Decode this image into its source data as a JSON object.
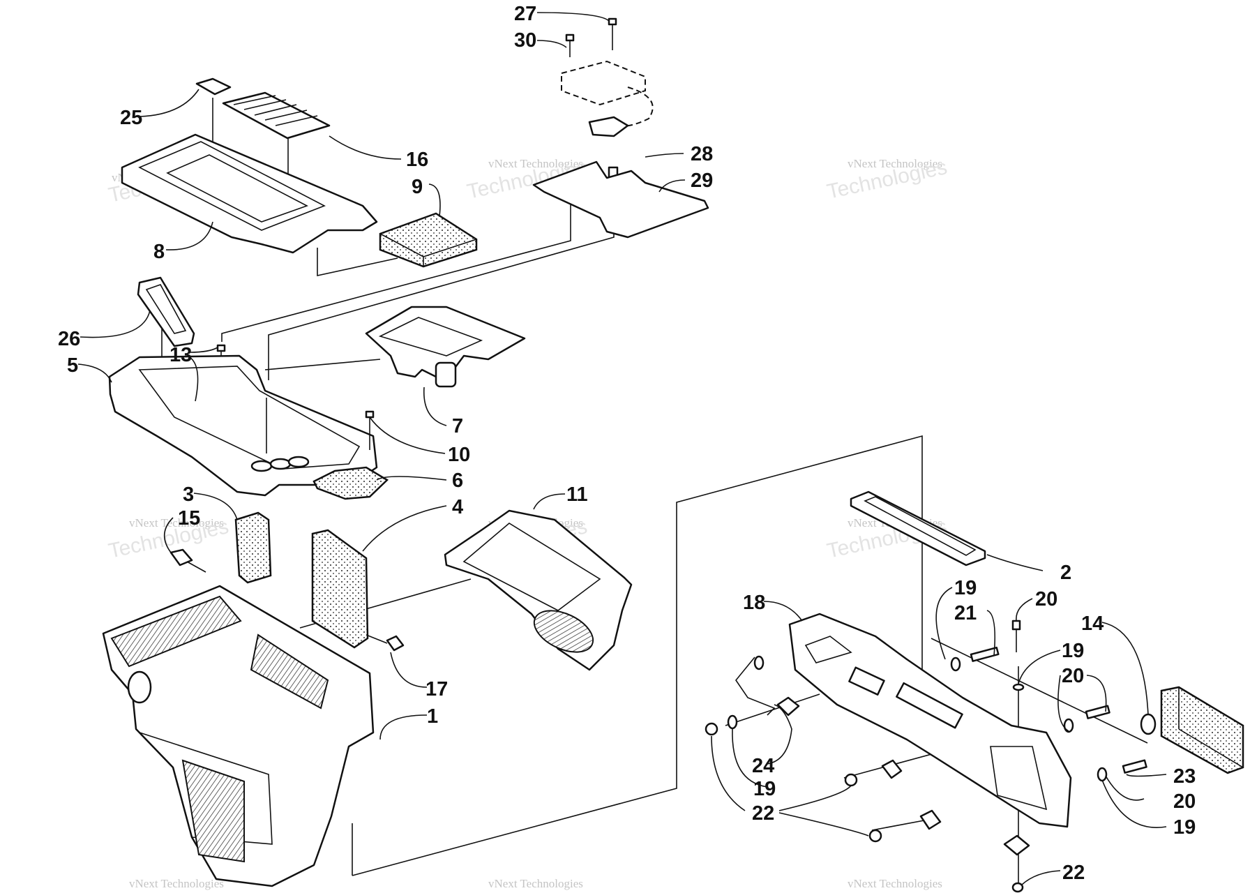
{
  "diagram": {
    "type": "exploded-parts-diagram",
    "watermark_line1": "vNext Technologies",
    "watermark_line2": "Technologies",
    "callouts": [
      "27",
      "30",
      "25",
      "16",
      "28",
      "29",
      "9",
      "8",
      "26",
      "13",
      "5",
      "7",
      "10",
      "6",
      "3",
      "4",
      "11",
      "15",
      "2",
      "19",
      "20",
      "21",
      "18",
      "14",
      "17",
      "1",
      "24",
      "23",
      "22"
    ]
  },
  "parts": {
    "p1": "1",
    "p2": "2",
    "p3": "3",
    "p4": "4",
    "p5": "5",
    "p6": "6",
    "p7": "7",
    "p8": "8",
    "p9": "9",
    "p10": "10",
    "p11": "11",
    "p13": "13",
    "p14": "14",
    "p15": "15",
    "p16": "16",
    "p17": "17",
    "p18": "18",
    "p19": "19",
    "p20": "20",
    "p21": "21",
    "p22": "22",
    "p23": "23",
    "p24": "24",
    "p25": "25",
    "p26": "26",
    "p27": "27",
    "p28": "28",
    "p29": "29",
    "p30": "30"
  }
}
